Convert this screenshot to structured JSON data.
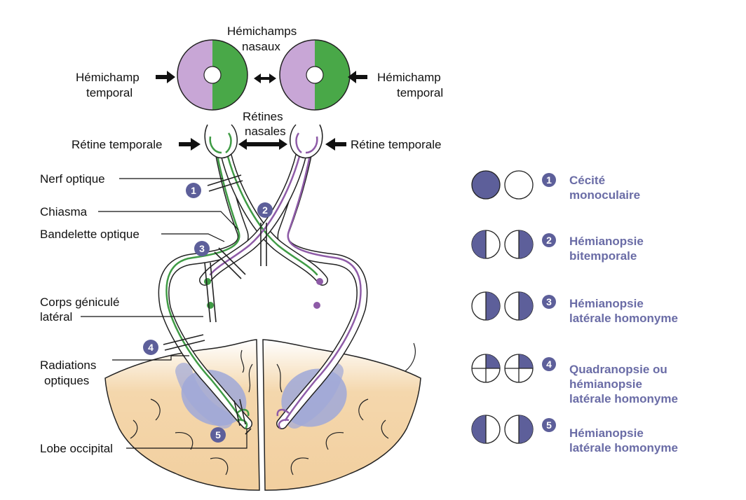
{
  "colors": {
    "purple_field": "#c8a6d6",
    "green_field": "#49a848",
    "green_path": "#3f9b45",
    "purple_path": "#8e5ba7",
    "brain": "#f4d7ac",
    "lesion_blue": "#9fa8d8",
    "legend_dark": "#5d5f9a",
    "legend_text": "#6a6ca6"
  },
  "labels": {
    "hemichamps_nasaux_1": "Hémichamps",
    "hemichamps_nasaux_2": "nasaux",
    "hemichamp_temporal_left_1": "Hémichamp",
    "hemichamp_temporal_left_2": "temporal",
    "hemichamp_temporal_right_1": "Hémichamp",
    "hemichamp_temporal_right_2": "temporal",
    "retines_nasales_1": "Rétines",
    "retines_nasales_2": "nasales",
    "retine_temporale_left": "Rétine temporale",
    "retine_temporale_right": "Rétine temporale",
    "nerf_optique": "Nerf optique",
    "chiasma": "Chiasma",
    "bandelette_optique": "Bandelette optique",
    "corps_genicule_1": "Corps géniculé",
    "corps_genicule_2": "latéral",
    "radiations_1": "Radiations",
    "radiations_2": "optiques",
    "lobe_occipital": "Lobe occipital"
  },
  "lesion_markers": [
    "1",
    "2",
    "3",
    "4",
    "5"
  ],
  "legend": [
    {
      "number": "1",
      "lines": [
        "Cécité",
        "monoculaire"
      ]
    },
    {
      "number": "2",
      "lines": [
        "Hémianopsie",
        "bitemporale"
      ]
    },
    {
      "number": "3",
      "lines": [
        "Hémianopsie",
        "latérale homonyme"
      ]
    },
    {
      "number": "4",
      "lines": [
        "Quadranopsie ou",
        "hémianopsie",
        "latérale homonyme"
      ]
    },
    {
      "number": "5",
      "lines": [
        "Hémianopsie",
        "latérale homonyme"
      ]
    }
  ]
}
